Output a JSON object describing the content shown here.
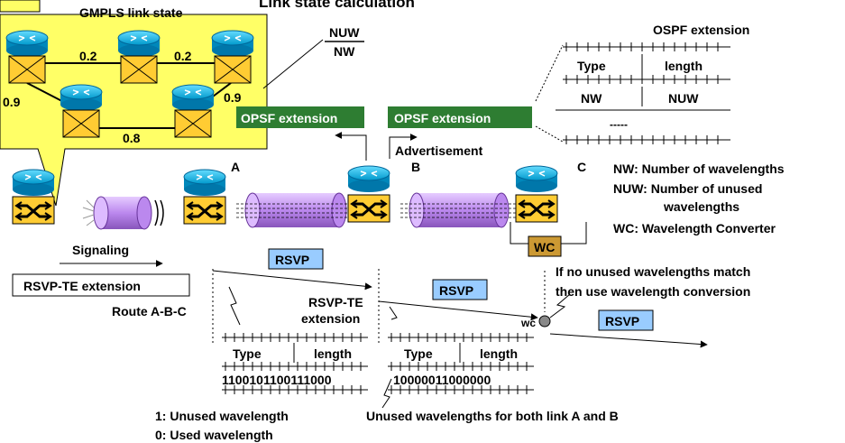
{
  "title": "Link state calculation",
  "gmpls_title": "GMPLS link state",
  "weights": [
    "0.2",
    "0.2",
    "0.9",
    "0.9",
    "0.8"
  ],
  "ratio": {
    "numerator": "NUW",
    "denominator": "NW"
  },
  "ospf": {
    "title": "OSPF extension",
    "type_label": "Type",
    "length_label": "length",
    "nw_label": "NW",
    "nuw_label": "NUW",
    "dash": "-----"
  },
  "opsf_left": "OPSF extension",
  "opsf_right": "OPSF extension",
  "advertisement": "Advertisement",
  "nodes": {
    "a": "A",
    "b": "B",
    "c": "C"
  },
  "legend": {
    "nw": "NW: Number of wavelengths",
    "nuw1": "NUW: Number of unused",
    "nuw2": "wavelengths",
    "wc": "WC: Wavelength Converter"
  },
  "wc_box": "WC",
  "wc_point": "wc",
  "signaling": "Signaling",
  "rsvp_te_box": "RSVP-TE extension",
  "route": "Route A-B-C",
  "rsvp": [
    "RSVP",
    "RSVP",
    "RSVP"
  ],
  "rsvp_te_ext1": "RSVP-TE",
  "rsvp_te_ext2": "extension",
  "conversion_note1": "If no unused wavelengths match",
  "conversion_note2": "then use wavelength conversion",
  "label_a": {
    "type": "Type",
    "length": "length",
    "bits": "1100101100111000"
  },
  "label_b": {
    "type": "Type",
    "length": "length",
    "bits": "10000011000000"
  },
  "unused_label": "1: Unused wavelength",
  "used_label": "0: Used wavelength",
  "both_links": "Unused wavelengths for both link A and B",
  "colors": {
    "callout": "#ffff66",
    "router": "#33ccff",
    "switch": "#ffcc33",
    "fiber": "#cc99ff",
    "ospf_banner": "#2e7d32",
    "rsvp": "#99ccff",
    "wc": "#cc9933"
  }
}
